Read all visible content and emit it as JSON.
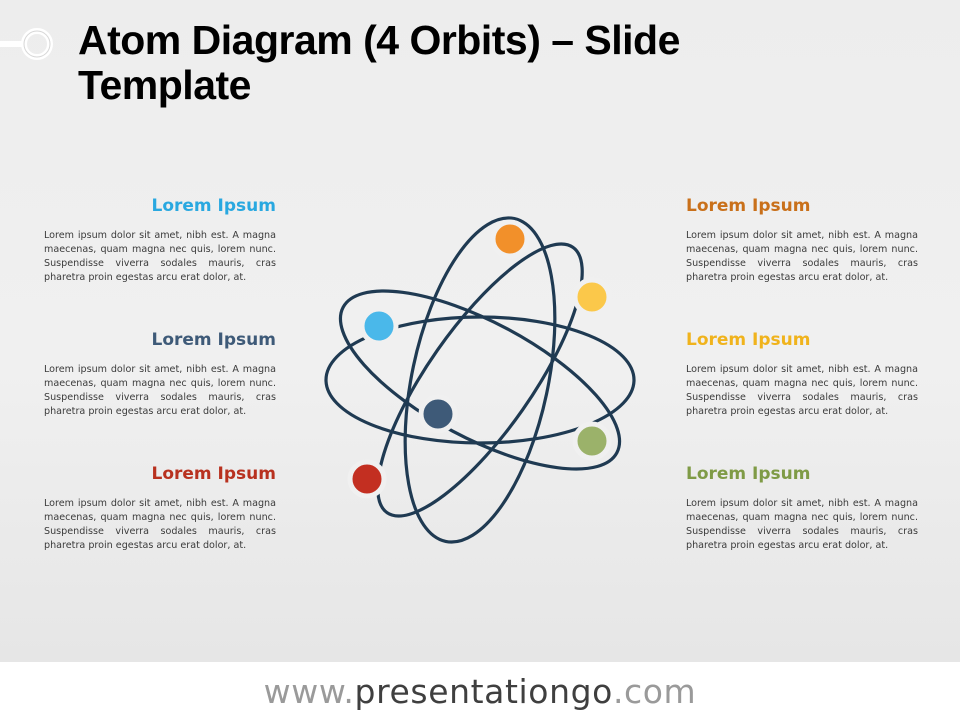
{
  "title": "Atom Diagram (4 Orbits) – Slide Template",
  "left_blocks": [
    {
      "heading": "Lorem Ipsum",
      "color": "#29a8e0",
      "body": "Lorem ipsum dolor sit amet, nibh est. A magna maecenas, quam magna nec quis, lorem nunc. Suspendisse viverra sodales mauris, cras pharetra proin egestas arcu erat dolor, at."
    },
    {
      "heading": "Lorem Ipsum",
      "color": "#3e5a78",
      "body": "Lorem ipsum dolor sit amet, nibh est. A magna maecenas, quam magna nec quis, lorem nunc. Suspendisse viverra sodales mauris, cras pharetra proin egestas arcu erat dolor, at."
    },
    {
      "heading": "Lorem Ipsum",
      "color": "#b8311f",
      "body": "Lorem ipsum dolor sit amet, nibh est. A magna maecenas, quam magna nec quis, lorem nunc. Suspendisse viverra sodales mauris, cras pharetra proin egestas arcu erat dolor, at."
    }
  ],
  "right_blocks": [
    {
      "heading": "Lorem Ipsum",
      "color": "#c9701a",
      "body": "Lorem ipsum dolor sit amet, nibh est. A magna maecenas, quam magna nec quis, lorem nunc. Suspendisse viverra sodales mauris, cras pharetra proin egestas arcu erat dolor, at."
    },
    {
      "heading": "Lorem Ipsum",
      "color": "#f0b31c",
      "body": "Lorem ipsum dolor sit amet, nibh est. A magna maecenas, quam magna nec quis, lorem nunc. Suspendisse viverra sodales mauris, cras pharetra proin egestas arcu erat dolor, at."
    },
    {
      "heading": "Lorem Ipsum",
      "color": "#7f9b46",
      "body": "Lorem ipsum dolor sit amet, nibh est. A magna maecenas, quam magna nec quis, lorem nunc. Suspendisse viverra sodales mauris, cras pharetra proin egestas arcu erat dolor, at."
    }
  ],
  "atom": {
    "orbit_color": "#1f3a52",
    "nucleus_color": "#3e5a78",
    "electron_colors": [
      "#f2902a",
      "#fbc84a",
      "#4ab8ea",
      "#9bb26a",
      "#c32f21"
    ]
  },
  "footer": {
    "prefix": "www.",
    "domain": "presentationgo",
    "suffix": ".com"
  }
}
